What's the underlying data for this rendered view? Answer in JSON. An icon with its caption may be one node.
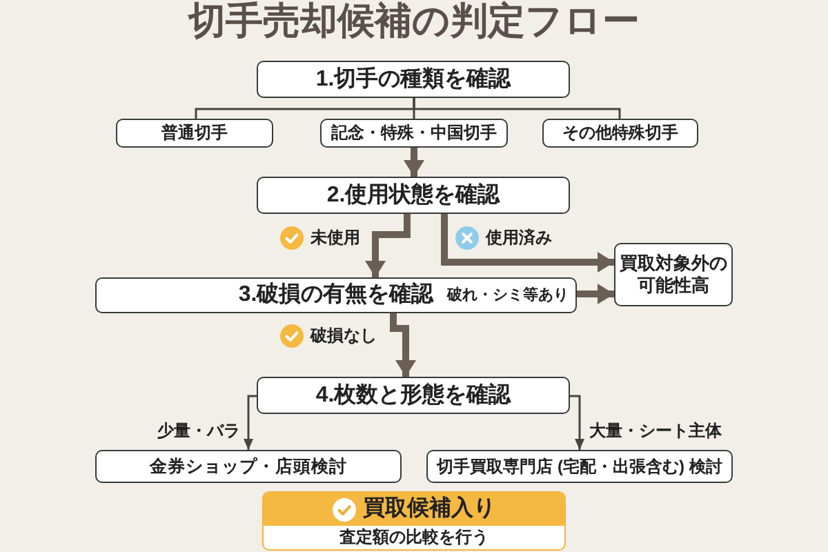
{
  "diagram": {
    "title": "切手売却候補の判定フロー",
    "nodes": [
      {
        "text": [
          "1.切手の種類を確認"
        ]
      },
      {
        "text": [
          "普通切手"
        ]
      },
      {
        "text": [
          "記念・特殊・中国切手"
        ]
      },
      {
        "text": [
          "その他特殊切手"
        ]
      },
      {
        "text": [
          "2.使用状態を確認"
        ]
      },
      {
        "text": [
          "3.破損の有無を確認"
        ]
      },
      {
        "text": [
          "買取対象外の可能性高"
        ]
      },
      {
        "text": [
          "4.枚数と形態を確認"
        ]
      },
      {
        "text": [
          "金券ショップ・店頭検討"
        ]
      },
      {
        "text": [
          "切手買取専門店 (宅配・出張含む) 検討"
        ]
      },
      {
        "text": [
          "買取候補入り",
          "査定額の比較を行う"
        ]
      }
    ],
    "edges": [
      {
        "from": 0,
        "to": 1,
        "arrow": "none"
      },
      {
        "from": 0,
        "to": 2,
        "arrow": "none"
      },
      {
        "from": 0,
        "to": 3,
        "arrow": "none"
      },
      {
        "from": 2,
        "to": 4,
        "arrow": "to",
        "style": "thick",
        "color": "#6b5e54"
      },
      {
        "from": 4,
        "to": 5,
        "arrow": "to",
        "label": "未使用",
        "style": "thick",
        "color": "#6b5e54"
      },
      {
        "from": 4,
        "to": 6,
        "arrow": "to",
        "label": "使用済み",
        "style": "thick",
        "color": "#6b5e54"
      },
      {
        "from": 5,
        "to": 6,
        "arrow": "to",
        "label": "破れ・シミ等あり",
        "style": "thick",
        "color": "#6b5e54"
      },
      {
        "from": 5,
        "to": 7,
        "arrow": "to",
        "label": "破損なし",
        "style": "thick",
        "color": "#6b5e54"
      },
      {
        "from": 7,
        "to": 8,
        "arrow": "to",
        "label": "少量・バラ"
      },
      {
        "from": 7,
        "to": 9,
        "arrow": "to",
        "label": "大量・シート主体"
      }
    ]
  }
}
